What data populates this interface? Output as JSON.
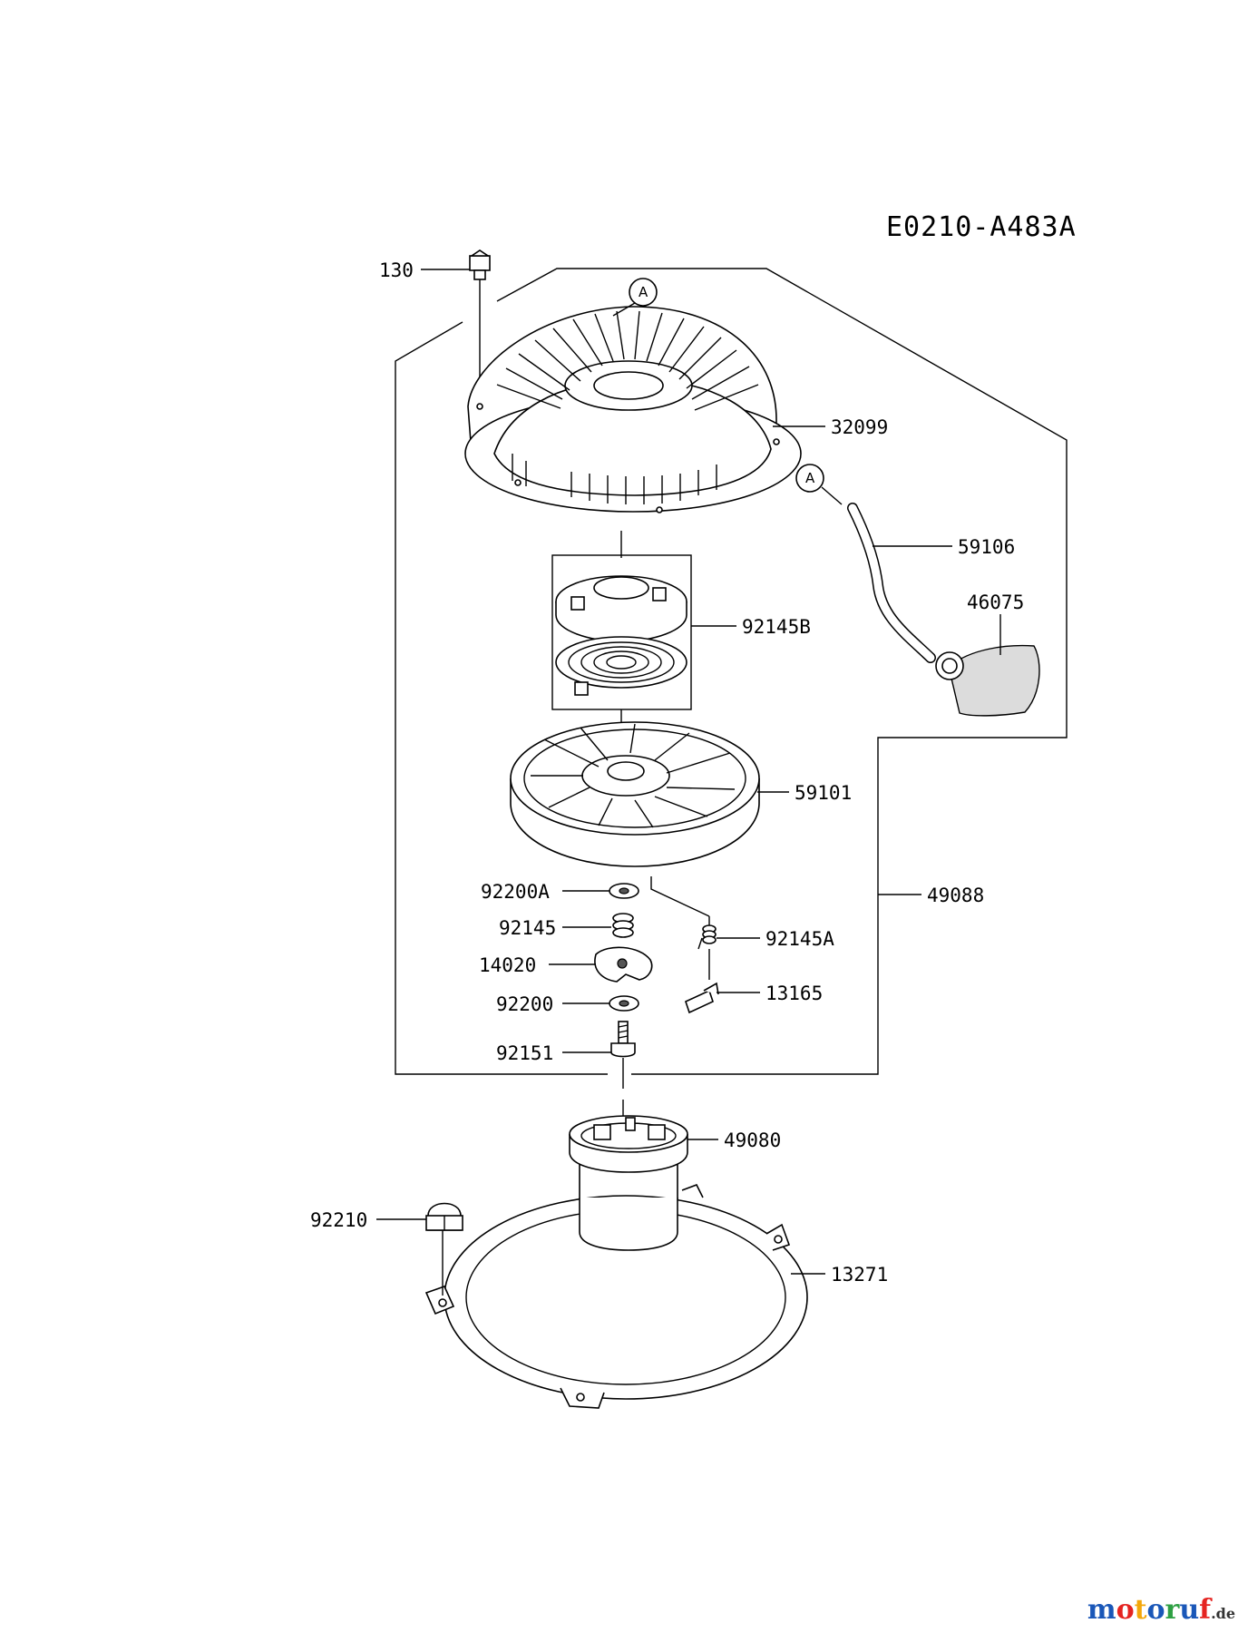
{
  "diagram_code": "E0210-A483A",
  "callout_marker": "A",
  "parts": {
    "p130": "130",
    "p32099": "32099",
    "p59106": "59106",
    "p46075": "46075",
    "p92145B": "92145B",
    "p59101": "59101",
    "p49088": "49088",
    "p92200A": "92200A",
    "p92145": "92145",
    "p92145A": "92145A",
    "p14020": "14020",
    "p13165": "13165",
    "p92200": "92200",
    "p92151": "92151",
    "p49080": "49080",
    "p92210": "92210",
    "p13271": "13271"
  },
  "watermark": {
    "brand": "motoruf",
    "tld": ".de",
    "colors": [
      "#1a57b8",
      "#e52421",
      "#f4a70a",
      "#1a57b8",
      "#2ea043",
      "#1a57b8",
      "#e52421"
    ]
  }
}
